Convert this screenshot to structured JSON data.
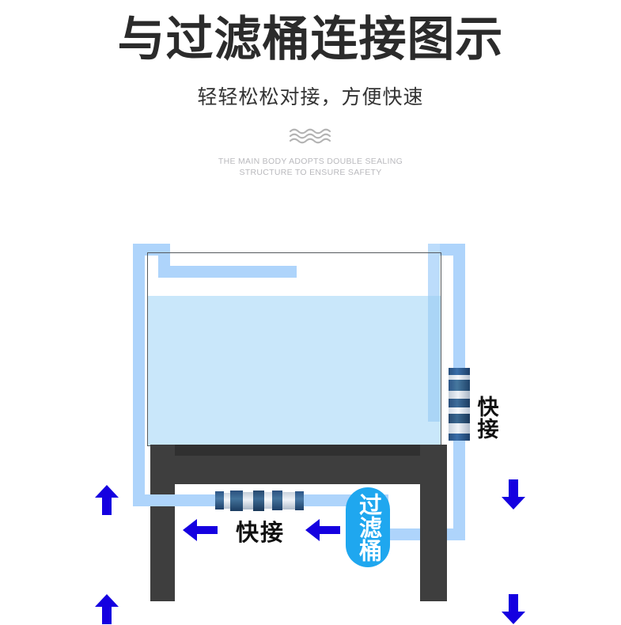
{
  "header": {
    "title": "与过滤桶连接图示",
    "subtitle": "轻轻松松对接，方便快速",
    "wave_icon": "wave-lines-icon",
    "english_line1": "THE MAIN BODY ADOPTS DOUBLE SEALING",
    "english_line2": "STRUCTURE TO ENSURE SAFETY"
  },
  "diagram": {
    "name": "aquarium-filter-connection-diagram",
    "tank_label": "aquarium-tank",
    "water_label": "tank-water",
    "stand_label": "tank-stand",
    "labels": {
      "quick_connect_right": "快接",
      "quick_connect_bottom": "快接",
      "filter_bucket": "过滤桶"
    },
    "arrows": [
      {
        "name": "flow-arrow-up-outlet-top",
        "direction": "up"
      },
      {
        "name": "flow-arrow-up-outlet-bottom",
        "direction": "up"
      },
      {
        "name": "flow-arrow-down-inlet-top",
        "direction": "down"
      },
      {
        "name": "flow-arrow-down-inlet-bottom",
        "direction": "down"
      },
      {
        "name": "flow-arrow-left-return-outer",
        "direction": "left"
      },
      {
        "name": "flow-arrow-left-return-inner",
        "direction": "left"
      }
    ],
    "connectors": [
      {
        "name": "quick-connector-vertical",
        "orientation": "vertical"
      },
      {
        "name": "quick-connector-horizontal",
        "orientation": "horizontal"
      }
    ]
  },
  "colors": {
    "arrow_blue": "#1500e0",
    "badge_blue": "#1fa7ef",
    "water_blue": "#c9e7fa",
    "pipe_blue": "#aed4fb",
    "stand_dark": "#3e3e3e",
    "title_dark": "#2b2b2b",
    "english_gray": "#b9b9bd"
  }
}
